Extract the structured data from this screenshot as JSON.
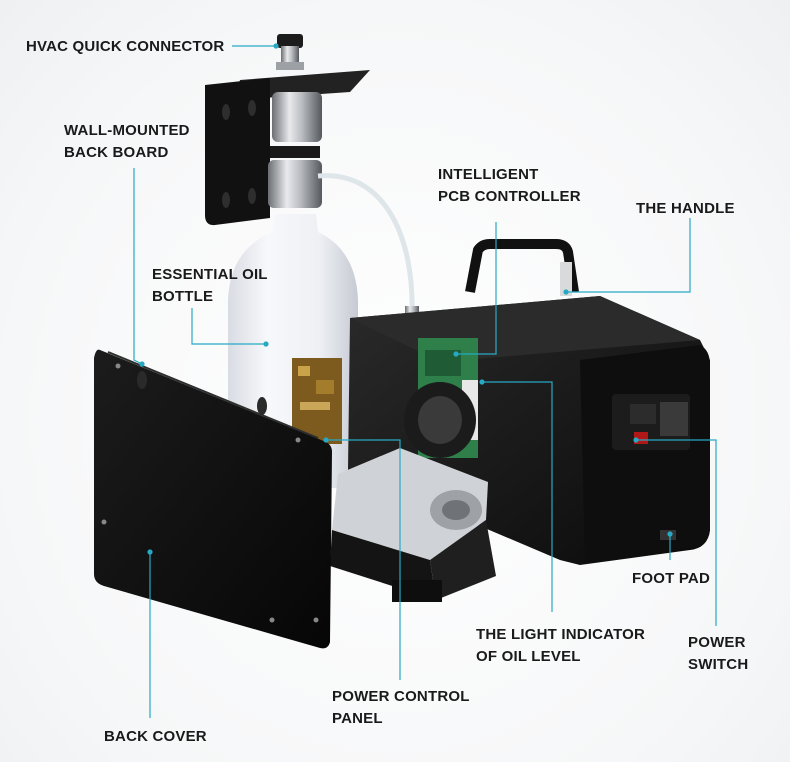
{
  "colors": {
    "leader": "#27a9c4",
    "device_body": "#141414",
    "text": "#1a1a1a"
  },
  "labels": {
    "hvac_connector": [
      "HVAC QUICK CONNECTOR"
    ],
    "wall_board": [
      "WALL-MOUNTED",
      "BACK BOARD"
    ],
    "pcb_controller": [
      "INTELLIGENT",
      "PCB CONTROLLER"
    ],
    "handle": [
      "THE HANDLE"
    ],
    "oil_bottle": [
      "ESSENTIAL OIL",
      "BOTTLE"
    ],
    "foot_pad": [
      "FOOT PAD"
    ],
    "light_indicator": [
      "THE LIGHT INDICATOR",
      "OF OIL LEVEL"
    ],
    "power_switch": [
      "POWER",
      "SWITCH"
    ],
    "power_panel": [
      "POWER CONTROL",
      "PANEL"
    ],
    "back_cover": [
      "BACK COVER"
    ]
  }
}
